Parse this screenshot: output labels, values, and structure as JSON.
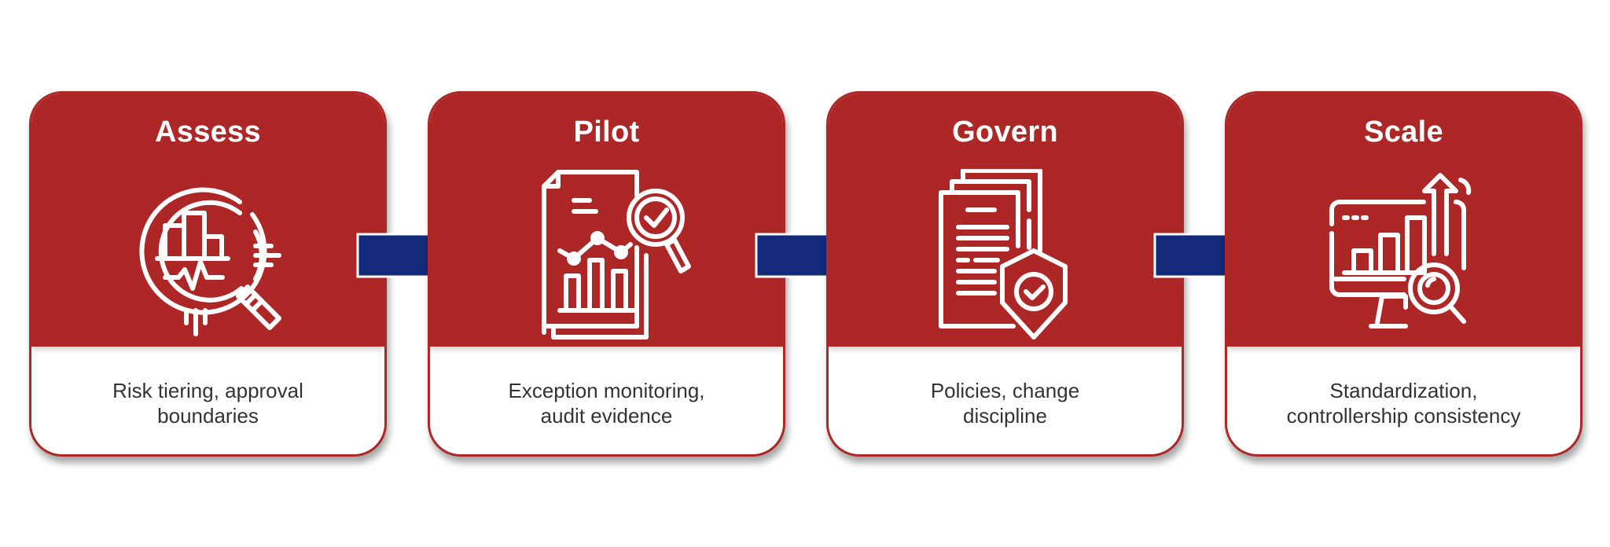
{
  "diagram": {
    "type": "process-flow",
    "colors": {
      "header": "#ad2727",
      "arrow": "#13297a",
      "text": "#333333",
      "icon": "#ffffff"
    },
    "steps": [
      {
        "title": "Assess",
        "icon": "magnifier-analytics-icon",
        "description_lines": [
          "Risk tiering, approval",
          "boundaries"
        ]
      },
      {
        "title": "Pilot",
        "icon": "report-audit-icon",
        "description_lines": [
          "Exception monitoring,",
          "audit evidence"
        ]
      },
      {
        "title": "Govern",
        "icon": "policy-shield-icon",
        "description_lines": [
          "Policies, change",
          "discipline"
        ]
      },
      {
        "title": "Scale",
        "icon": "monitor-growth-icon",
        "description_lines": [
          "Standardization,",
          "controllership consistency"
        ]
      }
    ],
    "connectors": [
      "arrow-right",
      "arrow-right",
      "arrow-right"
    ]
  }
}
